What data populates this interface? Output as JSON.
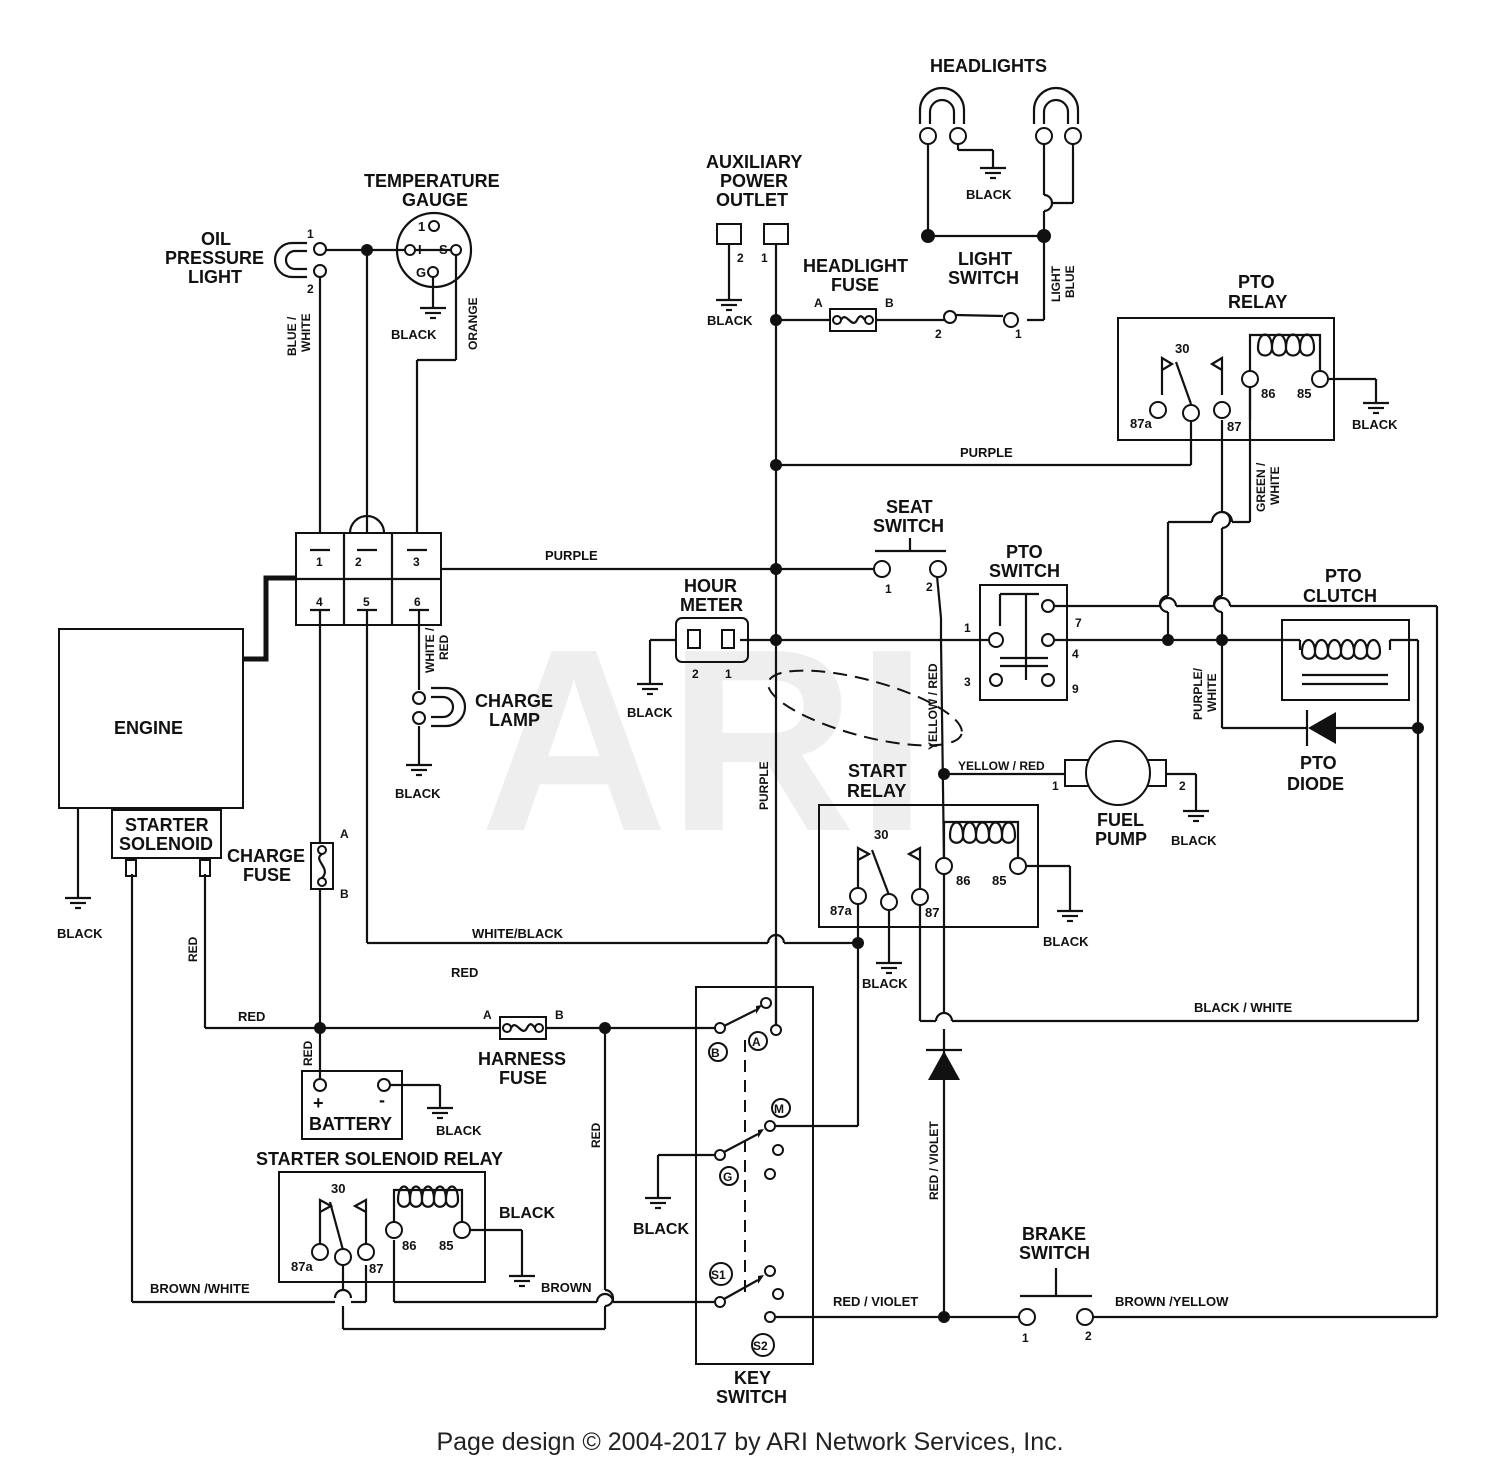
{
  "labels": {
    "headlights": "HEADLIGHTS",
    "aux_power": [
      "AUXILIARY",
      "POWER",
      "OUTLET"
    ],
    "temp_gauge": [
      "TEMPERATURE",
      "GAUGE"
    ],
    "oil_light": [
      "OIL",
      "PRESSURE",
      "LIGHT"
    ],
    "headlight_fuse": [
      "HEADLIGHT",
      "FUSE"
    ],
    "light_switch": [
      "LIGHT",
      "SWITCH"
    ],
    "pto_relay": [
      "PTO",
      "RELAY"
    ],
    "seat_switch": [
      "SEAT",
      "SWITCH"
    ],
    "pto_switch": [
      "PTO",
      "SWITCH"
    ],
    "pto_clutch": [
      "PTO",
      "CLUTCH"
    ],
    "hour_meter": [
      "HOUR",
      "METER"
    ],
    "charge_lamp": [
      "CHARGE",
      "LAMP"
    ],
    "engine": "ENGINE",
    "starter_solenoid": [
      "STARTER",
      "SOLENOID"
    ],
    "charge_fuse": [
      "CHARGE",
      "FUSE"
    ],
    "start_relay": [
      "START",
      "RELAY"
    ],
    "fuel_pump": [
      "FUEL",
      "PUMP"
    ],
    "pto_diode": [
      "PTO",
      "DIODE"
    ],
    "harness_fuse": [
      "HARNESS",
      "FUSE"
    ],
    "battery": "BATTERY",
    "starter_solenoid_relay": "STARTER SOLENOID RELAY",
    "brake_switch": [
      "BRAKE",
      "SWITCH"
    ],
    "key_switch": [
      "KEY",
      "SWITCH"
    ]
  },
  "wires": {
    "black": "BLACK",
    "purple": "PURPLE",
    "blue_white": [
      "BLUE /",
      "WHITE"
    ],
    "orange": "ORANGE",
    "light_blue": [
      "LIGHT",
      "BLUE"
    ],
    "green_white": [
      "GREEN /",
      "WHITE"
    ],
    "white_red": [
      "WHITE /",
      "RED"
    ],
    "yellow_red": "YELLOW / RED",
    "purple_white": [
      "PURPLE/",
      "WHITE"
    ],
    "white_black": "WHITE/BLACK",
    "red": "RED",
    "black_white": "BLACK / WHITE",
    "red_violet": "RED / VIOLET",
    "brown_white": "BROWN /WHITE",
    "brown": "BROWN",
    "brown_yellow": "BROWN /YELLOW"
  },
  "terminals": {
    "gauge": [
      "1",
      "I",
      "S",
      "G"
    ],
    "connector": [
      "1",
      "2",
      "3",
      "4",
      "5",
      "6"
    ],
    "relay": [
      "30",
      "87a",
      "87",
      "86",
      "85"
    ],
    "key": [
      "A",
      "B",
      "M",
      "G",
      "S1",
      "S2"
    ],
    "fuse_ends": [
      "A",
      "B"
    ],
    "battery": [
      "+",
      "-"
    ],
    "pin": [
      "1",
      "2",
      "3",
      "4",
      "7",
      "9"
    ]
  },
  "watermark": "ARI",
  "footer": "Page design © 2004-2017 by ARI Network Services, Inc."
}
